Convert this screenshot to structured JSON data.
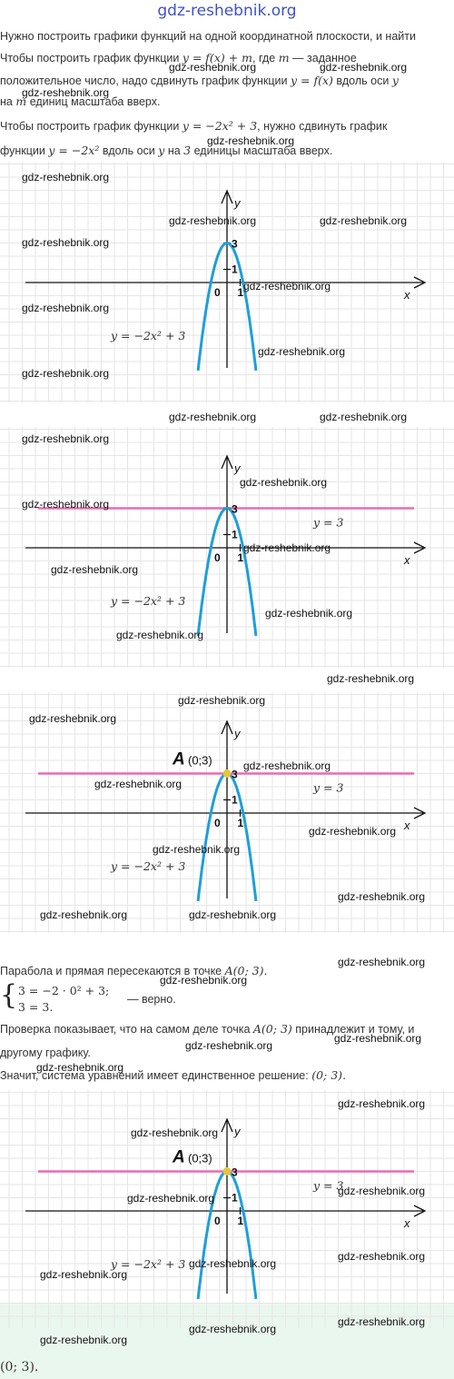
{
  "site": {
    "title": "gdz-reshebnik.org",
    "watermark": "gdz-reshebnik.org"
  },
  "text": {
    "line1": "Нужно построить графики функций на одной координатной плоскости, и найти",
    "line2a": "Чтобы построить график функции",
    "line2f": "y = f(x) + m",
    "line2b": ", где",
    "line2m": "m",
    "line2c": "— заданное",
    "line3a": "положительное число, надо сдвинуть график функции",
    "line3f": "y = f(x)",
    "line3b": "вдоль оси",
    "line3y": "y",
    "line4a": "на",
    "line4m": "m",
    "line4b": "единиц масштаба вверх.",
    "line5a": "Чтобы построить график функции",
    "line5f": "y = −2x² + 3",
    "line5b": ", нужно сдвинуть график",
    "line6a": "функции",
    "line6f": "y = −2x²",
    "line6b": "вдоль оси",
    "line6y": "y",
    "line6c": "на",
    "line6n": "3",
    "line6d": "единицы масштаба вверх.",
    "intersect_a": "Парабола и прямая пересекаются в точке",
    "intersect_p": "A(0; 3).",
    "sys_eq1": "3 = −2 · 0² + 3;",
    "sys_eq2": "3 = 3.",
    "sys_verdict": "— верно.",
    "check_a": "Проверка показывает, что на самом деле точка",
    "check_p": "A(0; 3)",
    "check_b": "принадлежит и тому, и",
    "check_c": "другому графику.",
    "concl_a": "Значит, система уравнений имеет единственное решение:",
    "concl_p": "(0; 3).",
    "answer": "(0; 3)."
  },
  "graph": {
    "x_label": "x",
    "y_label": "y",
    "origin_label": "0",
    "tick_x": "1",
    "tick_y1": "1",
    "tick_y3": "3",
    "parabola_label": "y = −2x² + 3",
    "line_label": "y = 3",
    "point_name": "A",
    "point_coords": "(0;3)",
    "colors": {
      "parabola": "#1e9fd8",
      "line": "#e86cb4",
      "point": "#e5c53b",
      "grid": "#e6e6e6",
      "axis": "#111111"
    }
  }
}
